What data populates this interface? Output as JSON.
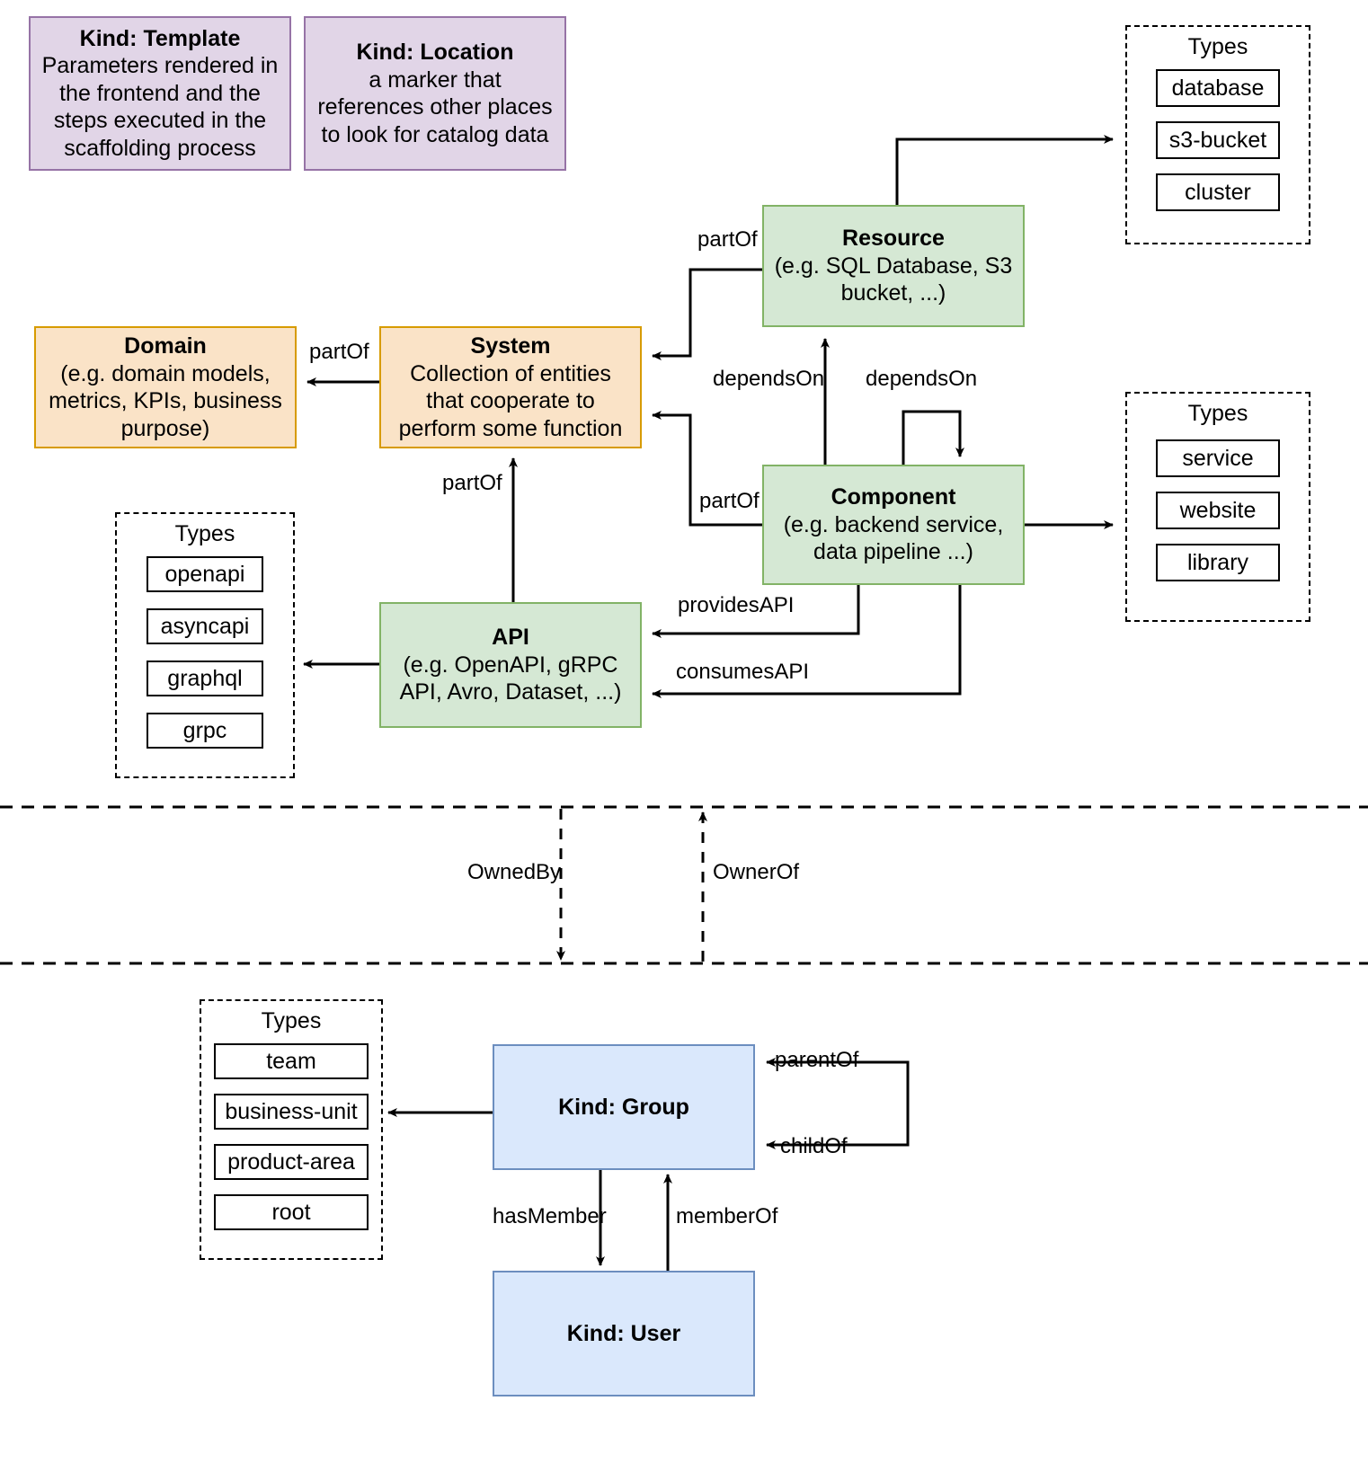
{
  "diagram": {
    "title": "Backstage catalog entity kinds and relations",
    "colors": {
      "purple_fill": "#e1d5e7",
      "purple_stroke": "#9673a6",
      "orange_fill": "#fae3c7",
      "orange_stroke": "#d79b00",
      "green_fill": "#d5e8d4",
      "green_stroke": "#82b366",
      "blue_fill": "#dae8fc",
      "blue_stroke": "#6c8ebf",
      "line": "#000000"
    }
  },
  "nodes": {
    "template": {
      "title": "Kind: Template",
      "desc": "Parameters rendered in the frontend and the steps executed in  the scaffolding process"
    },
    "location": {
      "title": "Kind: Location",
      "desc": "a marker that references other places to look for catalog data"
    },
    "domain": {
      "title": "Domain",
      "desc": "(e.g.  domain models, metrics, KPIs, business purpose)"
    },
    "system": {
      "title": "System",
      "desc": "Collection of entities that cooperate to perform some function"
    },
    "resource": {
      "title": "Resource",
      "desc": "(e.g. SQL Database, S3 bucket, ...)"
    },
    "component": {
      "title": "Component",
      "desc": "(e.g. backend service, data pipeline ...)"
    },
    "api": {
      "title": "API",
      "desc": "(e.g. OpenAPI, gRPC API, Avro, Dataset, ...)"
    },
    "group": {
      "title": "Kind: Group",
      "desc": ""
    },
    "user": {
      "title": "Kind: User",
      "desc": ""
    }
  },
  "type_groups": {
    "resource_types": {
      "label": "Types",
      "items": [
        "database",
        "s3-bucket",
        "cluster"
      ]
    },
    "component_types": {
      "label": "Types",
      "items": [
        "service",
        "website",
        "library"
      ]
    },
    "api_types": {
      "label": "Types",
      "items": [
        "openapi",
        "asyncapi",
        "graphql",
        "grpc"
      ]
    },
    "group_types": {
      "label": "Types",
      "items": [
        "team",
        "business-unit",
        "product-area",
        "root"
      ]
    }
  },
  "edge_labels": {
    "system_partof_domain": "partOf",
    "resource_partof_system": "partOf",
    "component_partof_system": "partOf",
    "api_partof_system": "partOf",
    "component_dependson_resource": "dependsOn",
    "component_dependson_component": "dependsOn",
    "component_providesapi": "providesAPI",
    "component_consumesapi": "consumesAPI",
    "owned_by": "OwnedBy",
    "owner_of": "OwnerOf",
    "group_parentof": "parentOf",
    "group_childof": "childOf",
    "group_hasmember": "hasMember",
    "user_memberof": "memberOf"
  }
}
